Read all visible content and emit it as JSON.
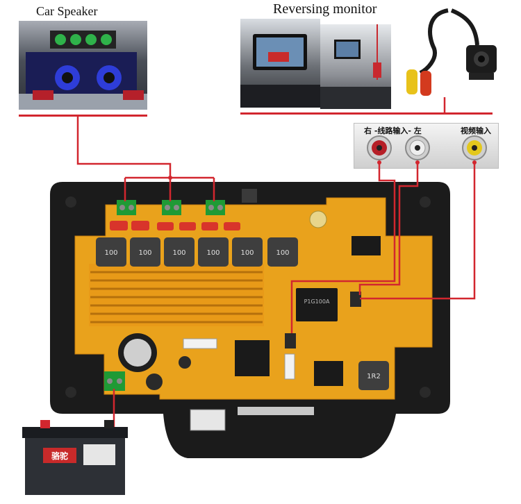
{
  "labels": {
    "car_speaker": "Car Speaker",
    "reversing_monitor": "Reversing monitor",
    "line_input": "右 -线路输入- 左",
    "video_input": "视频输入"
  },
  "board_marks": {
    "inductor_code": "100",
    "inductor_code_small": "1R2",
    "chip_code": "P1G100A",
    "battery_brand": "骆驼"
  },
  "colors": {
    "wire": "#d2262e",
    "board": "#e9a21c",
    "heatsink": "#e89a18",
    "terminal": "#1f9a35",
    "frame": "#1b1b1b"
  }
}
